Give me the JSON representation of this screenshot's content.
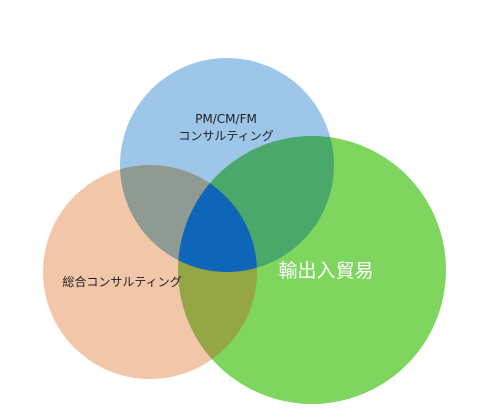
{
  "diagram": {
    "type": "venn",
    "sets": [
      {
        "id": "pm",
        "label_lines": [
          "PM/CM/FM",
          "コンサルティング"
        ],
        "color": "#9ec6e9"
      },
      {
        "id": "consulting",
        "label_lines": [
          "総合コンサルティング"
        ],
        "color": "#f2c6a8"
      },
      {
        "id": "trade",
        "label_lines": [
          "輸出入貿易"
        ],
        "color": "#7fd65f"
      }
    ],
    "overlap_colors": {
      "pm_consulting": "#8f9a93",
      "pm_trade": "#4aa96a",
      "consulting_trade": "#95a646",
      "all_three": "#0f66b8"
    },
    "text_colors": {
      "dark": "#222222",
      "light": "#ffffff"
    }
  }
}
